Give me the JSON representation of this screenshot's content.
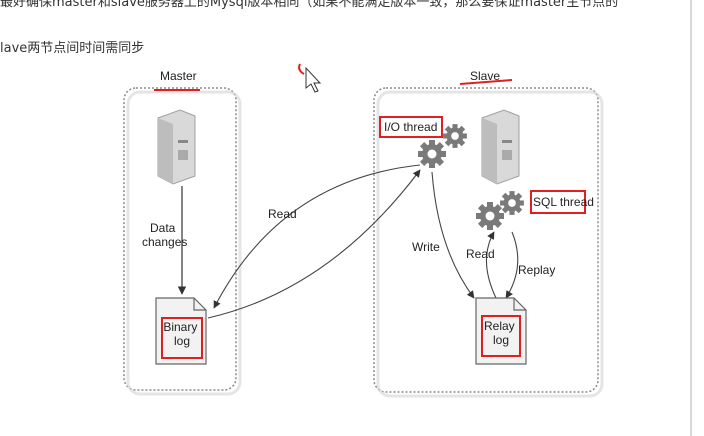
{
  "text": {
    "line1": "最好确保master和slave服务器上的Mysql版本相同（如果不能满足版本一致，那么要保证master主节点的",
    "line2": "lave两节点间时间需同步"
  },
  "diagram": {
    "master_title": "Master",
    "slave_title": "Slave",
    "io_thread": "I/O thread",
    "sql_thread": "SQL thread",
    "data_changes": [
      "Data",
      "changes"
    ],
    "read_label": "Read",
    "write_label": "Write",
    "read2_label": "Read",
    "replay_label": "Replay",
    "binary_log": [
      "Binary",
      "log"
    ],
    "relay_log": [
      "Relay",
      "log"
    ]
  },
  "colors": {
    "annotation_red": "#e02020",
    "panel_border": "#888888",
    "text": "#222222"
  }
}
